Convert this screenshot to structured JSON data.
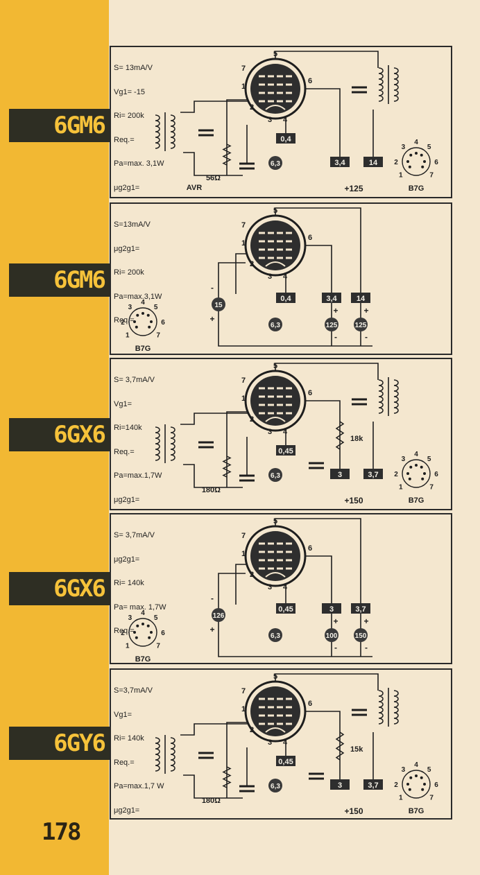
{
  "page": {
    "number": "178"
  },
  "colors": {
    "sidebar": "#f2b833",
    "tab_bg": "#2e2e23",
    "tab_text": "#f6c23a",
    "ink": "#1e1e1e",
    "paper": "#f4e7cf"
  },
  "panels": [
    {
      "tube": "6GM6",
      "variant": "amplifier",
      "params": [
        "S= 13mA/V",
        "Vg1= -15",
        "Ri= 200k",
        "Req.=",
        "Pa=max. 3,1W",
        "μg2g1="
      ],
      "pins": [
        "5",
        "7",
        "6",
        "1",
        "2",
        "3",
        "4"
      ],
      "boxes": [
        "0,4",
        "3,4",
        "14"
      ],
      "circles": [
        "6,3"
      ],
      "resistor": "56Ω",
      "supply": "+125",
      "agc": "AVR",
      "socket": {
        "label": "B7G",
        "pins": [
          "4",
          "3",
          "5",
          "2",
          "6",
          "1",
          "7"
        ]
      }
    },
    {
      "tube": "6GM6",
      "variant": "measurement",
      "params": [
        "S=13mA/V",
        "μg2g1=",
        "Ri= 200k",
        "Pa=max.3,1W",
        "Req.="
      ],
      "pins": [
        "5",
        "7",
        "6",
        "1",
        "2",
        "3",
        "4"
      ],
      "boxes": [
        "0,4",
        "3,4",
        "14"
      ],
      "circles": [
        "15",
        "6,3",
        "125",
        "125"
      ],
      "signs": [
        "-",
        "+",
        "+",
        "-",
        "+",
        "-"
      ],
      "socket": {
        "label": "B7G",
        "pins": [
          "4",
          "3",
          "5",
          "2",
          "6",
          "1",
          "7"
        ]
      }
    },
    {
      "tube": "6GX6",
      "variant": "amplifier",
      "params": [
        "S= 3,7mA/V",
        "Vg1=",
        "Ri=140k",
        "Req.=",
        "Pa=max.1,7W",
        "μg2g1="
      ],
      "pins": [
        "5",
        "7",
        "6",
        "1",
        "2",
        "3",
        "4"
      ],
      "boxes": [
        "0,45",
        "3",
        "3,7"
      ],
      "circles": [
        "6,3"
      ],
      "resistor": "180Ω",
      "resistor2": "18k",
      "supply": "+150",
      "socket": {
        "label": "B7G",
        "pins": [
          "4",
          "3",
          "5",
          "2",
          "6",
          "1",
          "7"
        ]
      }
    },
    {
      "tube": "6GX6",
      "variant": "measurement",
      "params": [
        "S= 3,7mA/V",
        "μg2g1=",
        "Ri= 140k",
        "Pa= max. 1,7W",
        "Req.="
      ],
      "pins": [
        "5",
        "7",
        "6",
        "1",
        "2",
        "3",
        "4"
      ],
      "boxes": [
        "0,45",
        "3",
        "3,7"
      ],
      "circles": [
        "126",
        "6,3",
        "100",
        "150"
      ],
      "signs": [
        "-",
        "+",
        "+",
        "-",
        "+",
        "-"
      ],
      "socket": {
        "label": "B7G",
        "pins": [
          "4",
          "3",
          "5",
          "2",
          "6",
          "1",
          "7"
        ]
      }
    },
    {
      "tube": "6GY6",
      "variant": "amplifier",
      "params": [
        "S=3,7mA/V",
        "Vg1=",
        "Ri= 140k",
        "Req.=",
        "Pa=max.1,7 W",
        "μg2g1="
      ],
      "pins": [
        "5",
        "7",
        "6",
        "1",
        "2",
        "3",
        "4"
      ],
      "boxes": [
        "0,45",
        "3",
        "3,7"
      ],
      "circles": [
        "6,3"
      ],
      "resistor": "180Ω",
      "resistor2": "15k",
      "supply": "+150",
      "socket": {
        "label": "B7G",
        "pins": [
          "4",
          "3",
          "5",
          "2",
          "6",
          "1",
          "7"
        ]
      }
    }
  ]
}
